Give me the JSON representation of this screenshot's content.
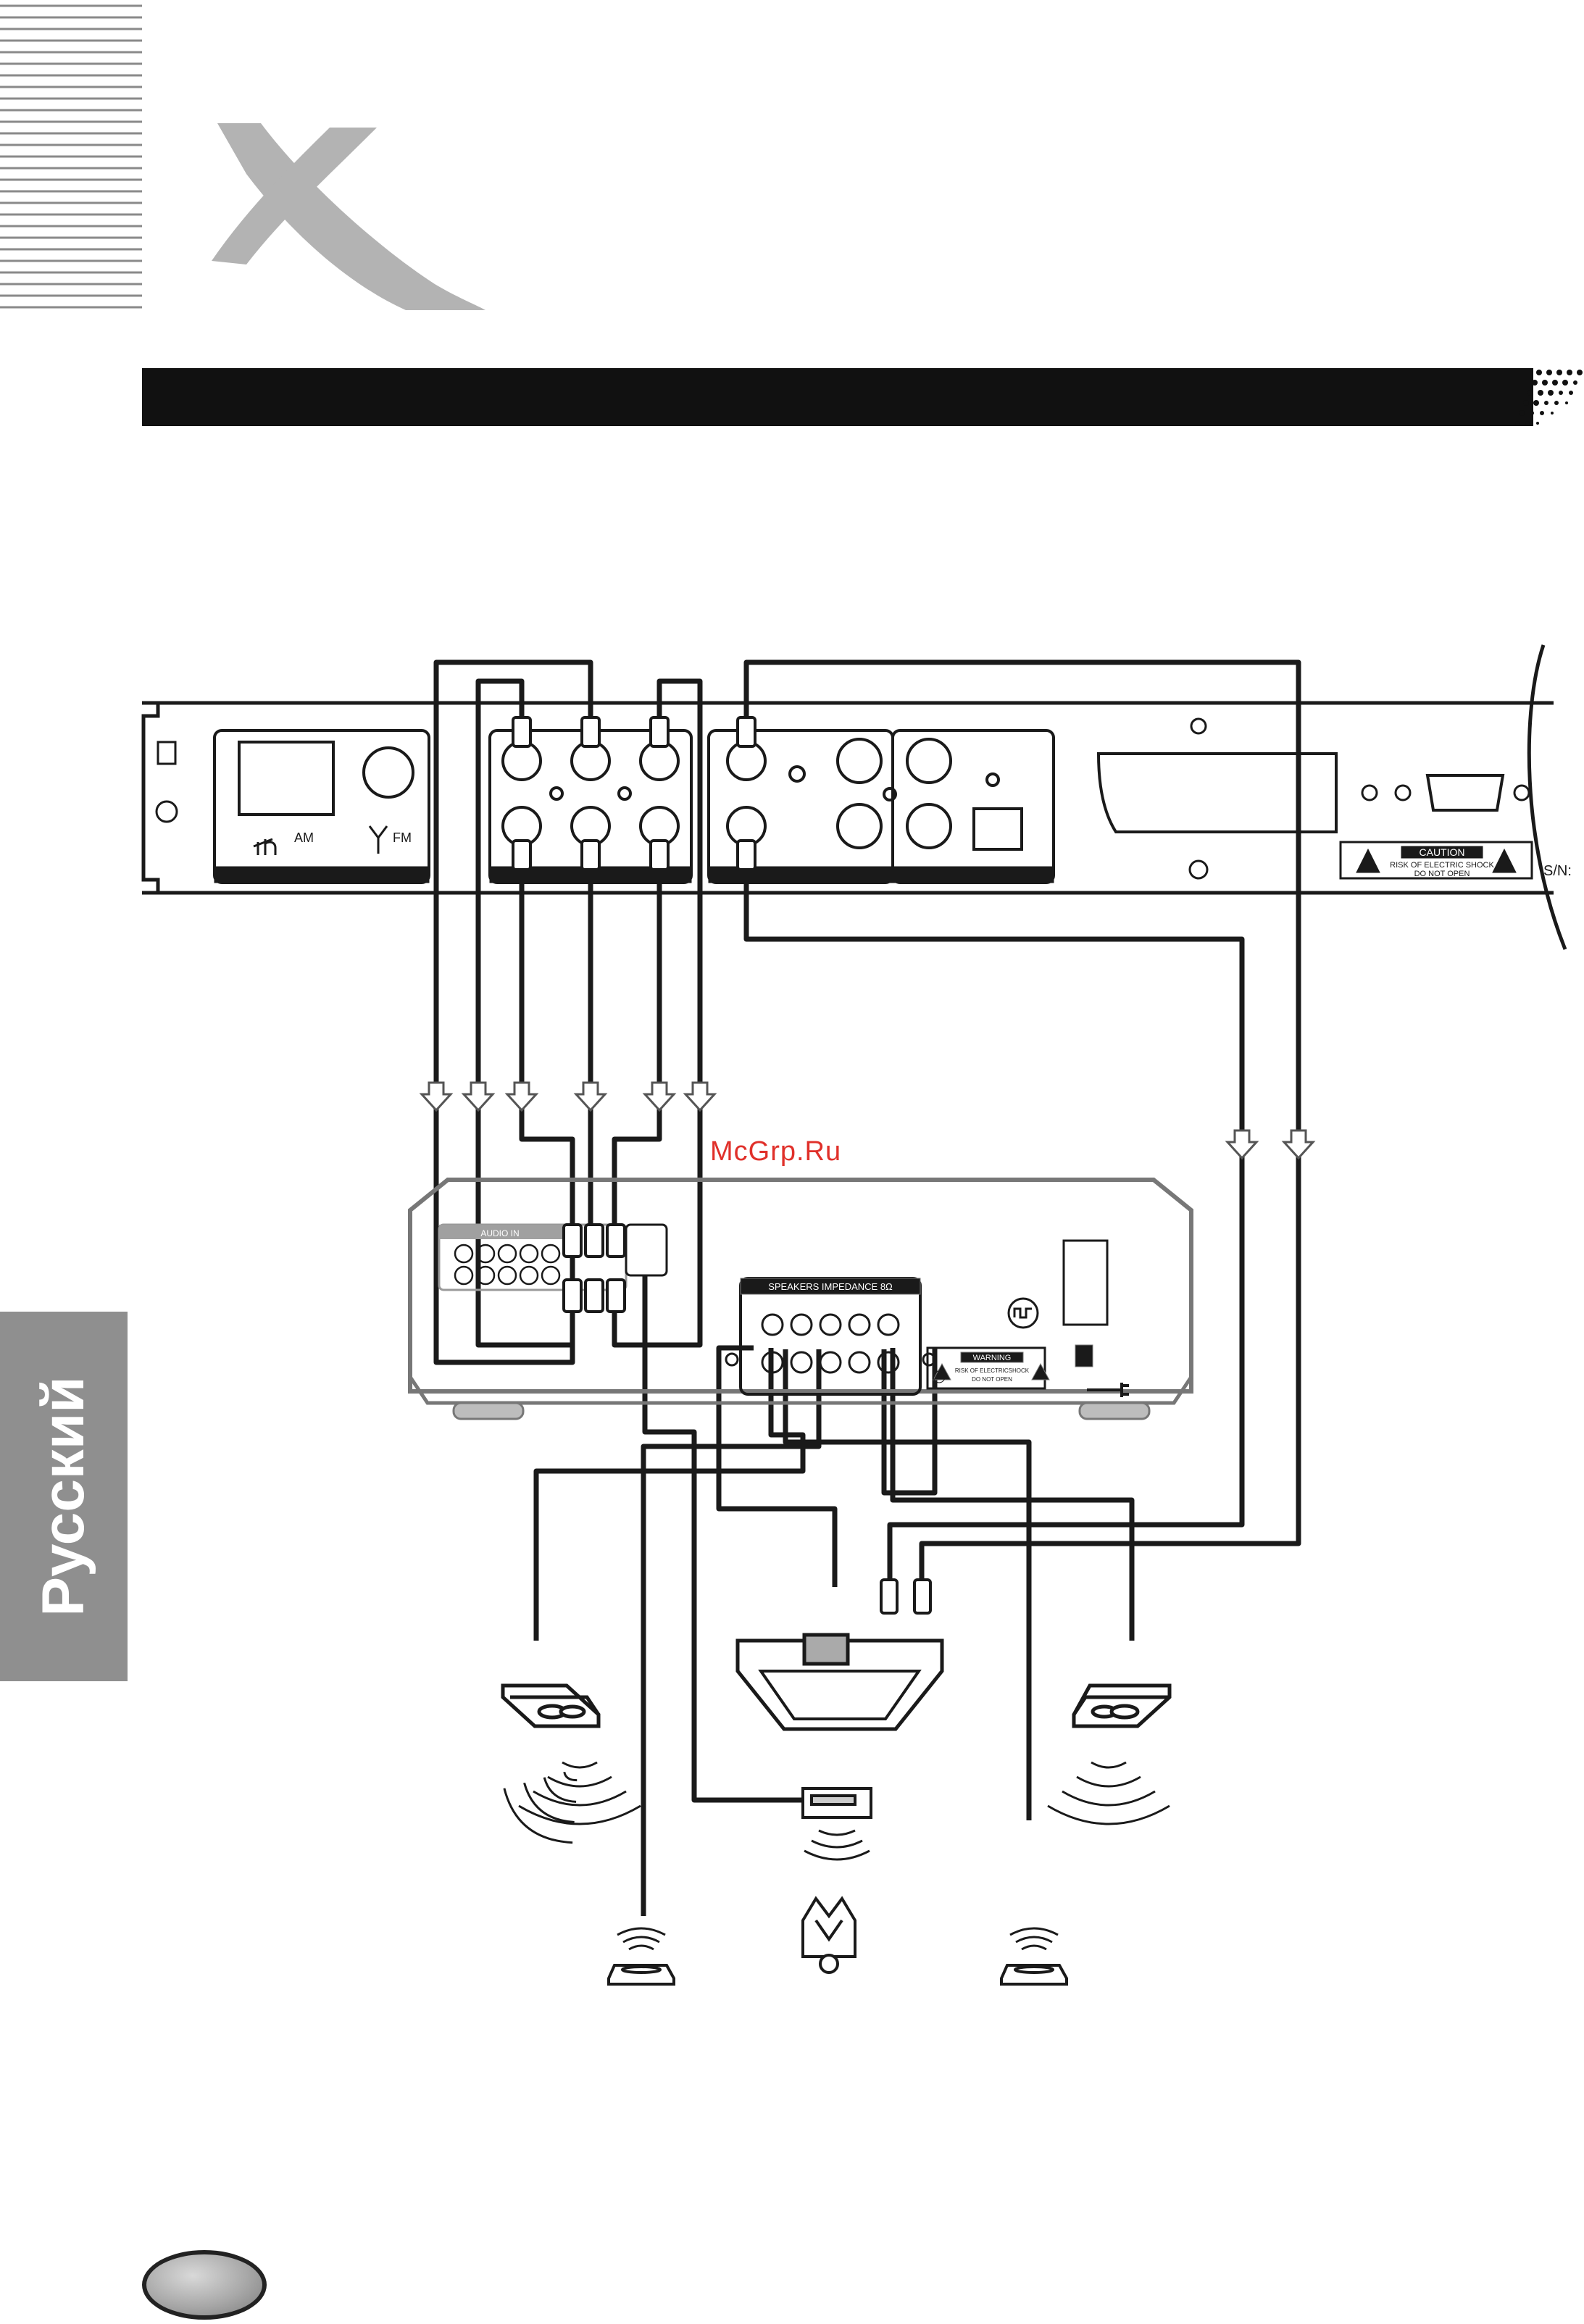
{
  "watermark": "McGrp.Ru",
  "side_tab": {
    "label": "Русский"
  },
  "dvd_panel": {
    "antenna": {
      "am": "AM",
      "fm": "FM"
    },
    "caution": {
      "title": "CAUTION",
      "line1": "RISK OF ELECTRIC SHOCK",
      "line2": "DO NOT OPEN"
    },
    "serial": "S/N:"
  },
  "amplifier": {
    "audio_in": "AUDIO IN",
    "speakers": "SPEAKERS IMPEDANCE 8Ω",
    "warning": {
      "title": "WARNING",
      "line1": "RISK OF ELECTRICSHOCK",
      "line2": "DO NOT OPEN"
    }
  },
  "colors": {
    "ink": "#1a1a1a",
    "logo_gray": "#b3b3b3",
    "tab_gray": "#8f8f8f",
    "watermark": "#e0302a"
  },
  "icons": [
    "logo-x-icon",
    "antenna-icon",
    "am-loop-icon",
    "warning-triangle-icon",
    "power-plug-icon",
    "sound-wave-icon",
    "listener-icon"
  ]
}
